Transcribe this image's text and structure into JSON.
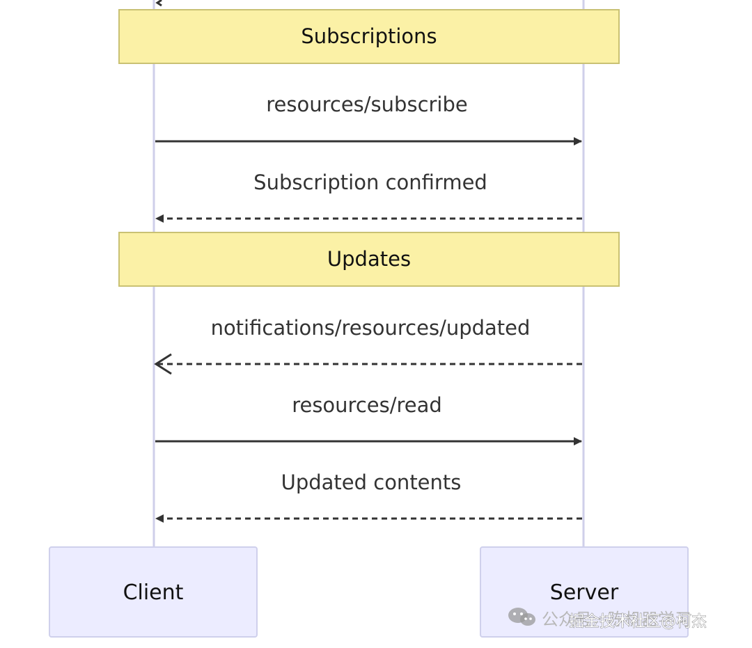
{
  "notes": [
    {
      "label": "Subscriptions"
    },
    {
      "label": "Updates"
    }
  ],
  "messages": [
    {
      "label": "resources/subscribe",
      "from": "Client",
      "to": "Server",
      "style": "solid"
    },
    {
      "label": "Subscription confirmed",
      "from": "Server",
      "to": "Client",
      "style": "dashed"
    },
    {
      "label": "notifications/resources/updated",
      "from": "Server",
      "to": "Client",
      "style": "dashed-open"
    },
    {
      "label": "resources/read",
      "from": "Client",
      "to": "Server",
      "style": "solid"
    },
    {
      "label": "Updated contents",
      "from": "Server",
      "to": "Client",
      "style": "dashed"
    }
  ],
  "actors": [
    {
      "label": "Client"
    },
    {
      "label": "Server"
    }
  ],
  "watermark": {
    "back_text": "公众号 · 陈机器学习",
    "front_text": "掘金技术社区@柯杰",
    "icon": "wechat-icon"
  },
  "colors": {
    "note_fill": "#fbf1a6",
    "actor_fill": "#ececff",
    "lifeline": "#cfcfea",
    "line": "#333333"
  }
}
